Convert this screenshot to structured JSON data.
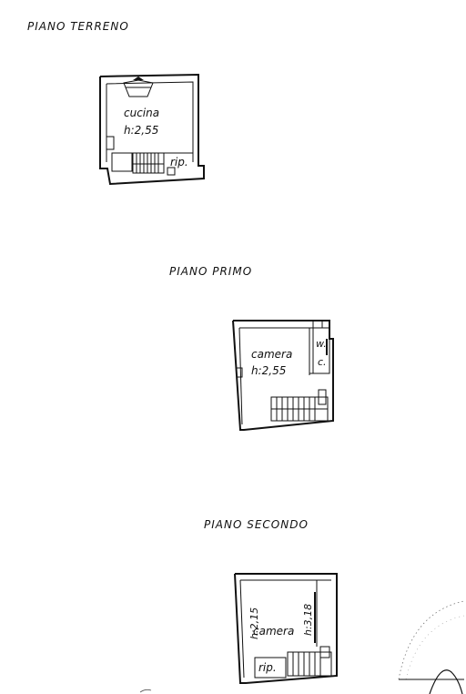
{
  "floors": {
    "ground": {
      "title": "PIANO TERRENO",
      "room": "cucina",
      "height": "h:2,55",
      "storage": "rip."
    },
    "first": {
      "title": "PIANO PRIMO",
      "room": "camera",
      "height": "h:2,55",
      "wc_w": "w.",
      "wc_c": "c."
    },
    "second": {
      "title": "PIANO SECONDO",
      "room": "camera",
      "height_left": "h:2,15",
      "height_right": "h:3,18",
      "storage": "rip."
    }
  }
}
